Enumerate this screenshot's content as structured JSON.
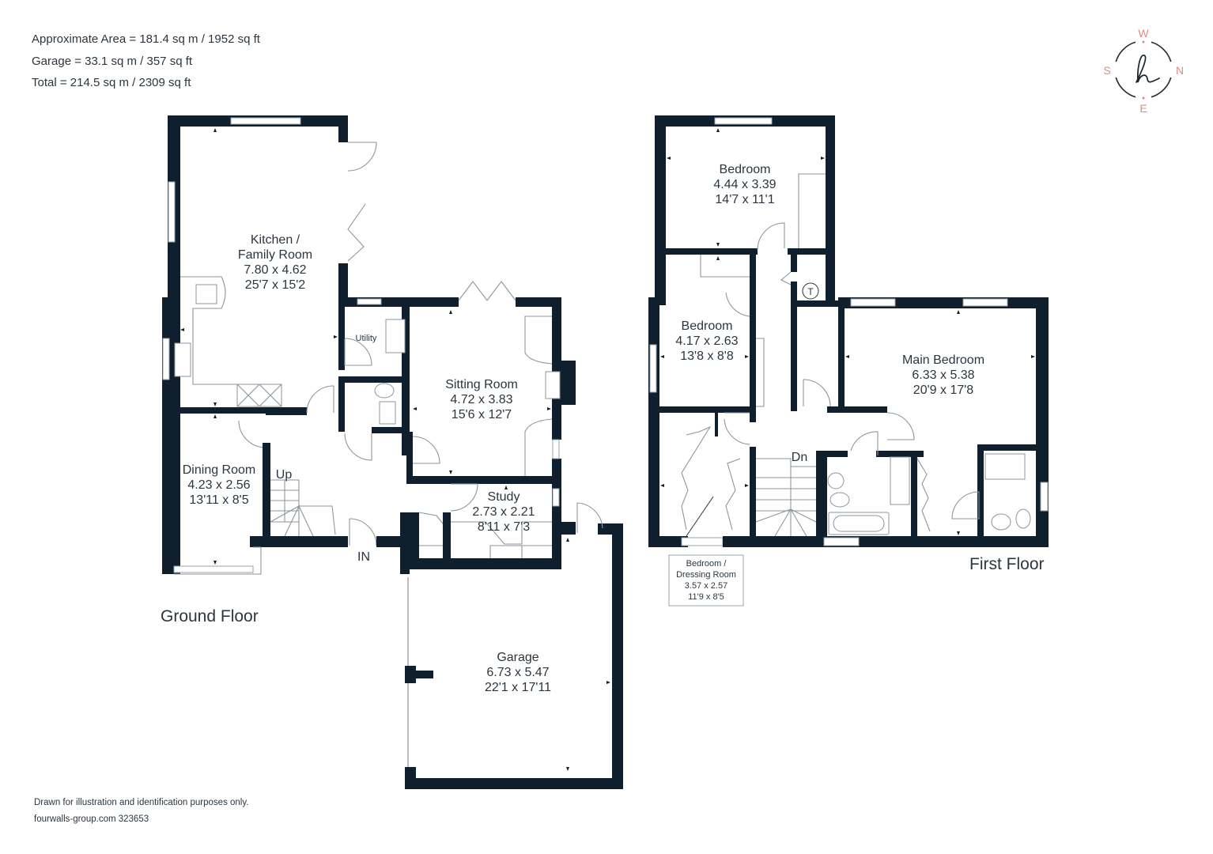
{
  "area_info": {
    "approximate_area": "Approximate Area = 181.4 sq m / 1952 sq ft",
    "garage": "Garage = 33.1 sq m / 357 sq ft",
    "total": "Total = 214.5 sq m / 2309 sq ft"
  },
  "compass": {
    "north": "N",
    "south": "S",
    "east": "E",
    "west": "W",
    "logo_glyph": "h",
    "letter_color": "#e08a7f"
  },
  "colors": {
    "wall": "#0f1f2e",
    "text": "#2b3640",
    "fixture_line": "#8d969d",
    "accent": "#e08a7f"
  },
  "ground_floor": {
    "label": "Ground Floor",
    "rooms": {
      "kitchen": {
        "name_line1": "Kitchen /",
        "name_line2": "Family Room",
        "metric": "7.80 x 4.62",
        "imperial": "25'7 x 15'2"
      },
      "utility": {
        "name": "Utility"
      },
      "dining": {
        "name": "Dining Room",
        "metric": "4.23 x 2.56",
        "imperial": "13'11 x 8'5"
      },
      "sitting": {
        "name": "Sitting Room",
        "metric": "4.72 x 3.83",
        "imperial": "15'6 x 12'7"
      },
      "study": {
        "name": "Study",
        "metric": "2.73 x 2.21",
        "imperial": "8'11 x 7'3"
      },
      "garage": {
        "name": "Garage",
        "metric": "6.73 x 5.47",
        "imperial": "22'1 x 17'11"
      }
    },
    "stairs_label": "Up",
    "entrance_label": "IN"
  },
  "first_floor": {
    "label": "First Floor",
    "rooms": {
      "bedroom1": {
        "name": "Bedroom",
        "metric": "4.44 x 3.39",
        "imperial": "14'7 x 11'1"
      },
      "bedroom2": {
        "name": "Bedroom",
        "metric": "4.17 x 2.63",
        "imperial": "13'8 x 8'8"
      },
      "main_bedroom": {
        "name": "Main Bedroom",
        "metric": "6.33 x 5.38",
        "imperial": "20'9 x 17'8"
      },
      "dressing": {
        "name_line1": "Bedroom /",
        "name_line2": "Dressing Room",
        "metric": "3.57 x 2.57",
        "imperial": "11'9 x 8'5"
      }
    },
    "stairs_label": "Dn",
    "tank_label": "T"
  },
  "footer": {
    "disclaimer": "Drawn for illustration and identification purposes only.",
    "reference": "fourwalls-group.com 323653"
  }
}
